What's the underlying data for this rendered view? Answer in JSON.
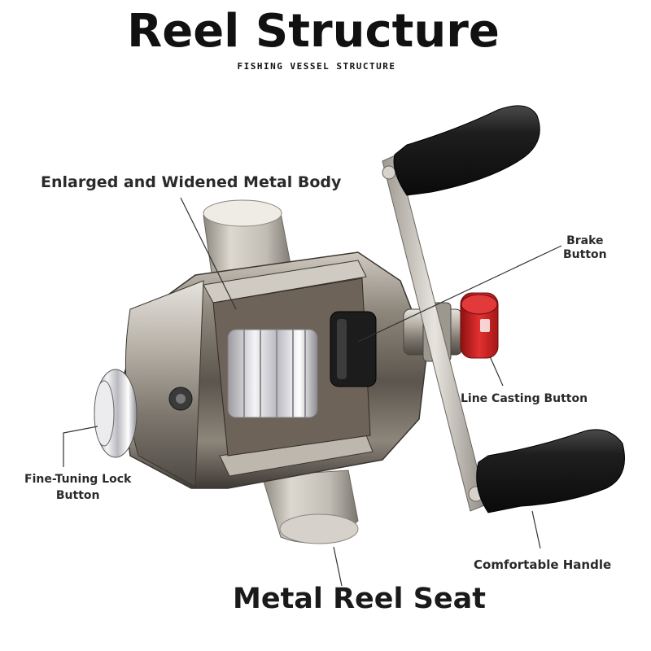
{
  "header": {
    "title": "Reel Structure",
    "subtitle": "FISHING VESSEL STRUCTURE"
  },
  "callouts": {
    "body": "Enlarged and Widened Metal Body",
    "brake_line1": "Brake",
    "brake_line2": "Button",
    "line_casting": "Line Casting Button",
    "fine_tuning_line1": "Fine-Tuning Lock",
    "fine_tuning_line2": "Button",
    "handle": "Comfortable Handle"
  },
  "footer": {
    "reel_seat": "Metal Reel Seat"
  },
  "colors": {
    "text": "#1a1a1a",
    "leader_line": "#333333",
    "knob_red": "#cc1f1f",
    "handle_black": "#1a1a1a",
    "metal": "#a9a49c"
  }
}
